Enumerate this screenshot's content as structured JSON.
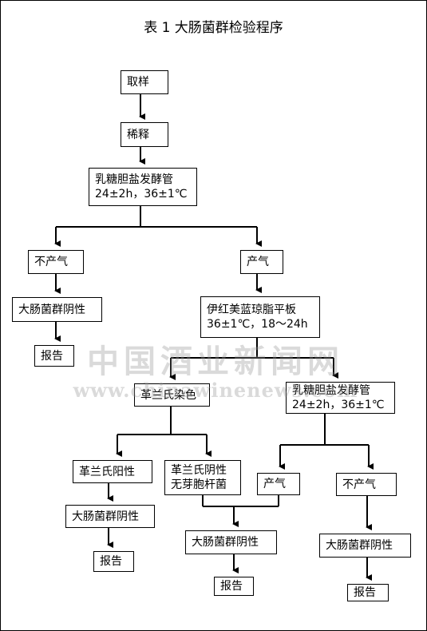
{
  "title": "表 1 大肠菌群检验程序",
  "nodes": {
    "sampling": "取样",
    "dilution": "稀释",
    "lactose_tube_1": {
      "line1": "乳糖胆盐发酵管",
      "line2": "24±2h，36±1℃"
    },
    "no_gas_left": "不产气",
    "gas": "产气",
    "negative_left": "大肠菌群阴性",
    "report_left": "报告",
    "emb_plate": {
      "line1": "伊红美蓝琼脂平板",
      "line2": "36±1℃，18～24h"
    },
    "gram_stain": "革兰氏染色",
    "lactose_tube_2": {
      "line1": "乳糖胆盐发酵管",
      "line2": "24±2h，36±1℃"
    },
    "gram_positive": "革兰氏阳性",
    "gram_negative": {
      "line1": "革兰氏阴性",
      "line2": "无芽胞杆菌"
    },
    "gas_2": "产气",
    "no_gas_2": "不产气",
    "negative_a": "大肠菌群阴性",
    "negative_b": "大肠菌群阴性",
    "negative_c": "大肠菌群阴性",
    "report_a": "报告",
    "report_b": "报告",
    "report_c": "报告"
  },
  "watermark": {
    "line1": "中国酒业新闻网",
    "line2": "www.chinawinenews.com"
  },
  "colors": {
    "line": "#000000",
    "background": "#ffffff",
    "watermark": "#969696"
  }
}
